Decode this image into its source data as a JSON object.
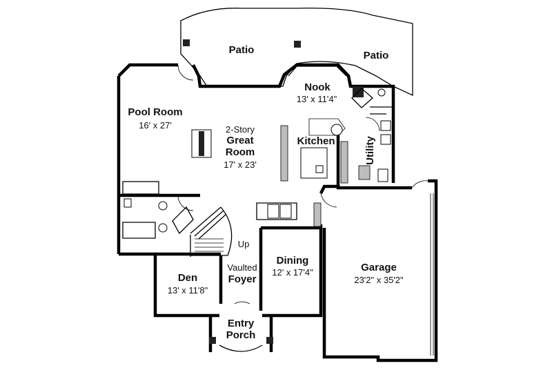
{
  "rooms": {
    "patio_left": "Patio",
    "patio_right": "Patio",
    "pool_room": {
      "name": "Pool Room",
      "dims": "16' x 27'"
    },
    "great_room": {
      "line1": "2-Story",
      "line2": "Great",
      "line3": "Room",
      "dims": "17' x 23'"
    },
    "nook": {
      "name": "Nook",
      "dims": "13' x 11'4\""
    },
    "kitchen": "Kitchen",
    "utility": "Utility",
    "dining": {
      "name": "Dining",
      "dims": "12' x 17'4\""
    },
    "garage": {
      "name": "Garage",
      "dims": "23'2\" x 35'2\""
    },
    "den": {
      "name": "Den",
      "dims": "13' x 11'8\""
    },
    "foyer": {
      "line1": "Vaulted",
      "line2": "Foyer"
    },
    "porch": {
      "line1": "Entry",
      "line2": "Porch"
    },
    "stairs": "Up"
  }
}
